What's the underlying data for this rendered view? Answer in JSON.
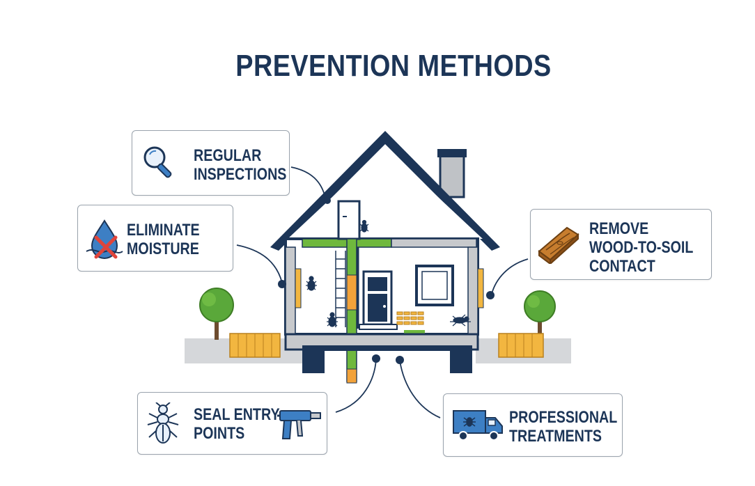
{
  "title": "PREVENTION METHODS",
  "methods": [
    {
      "id": "inspections",
      "lines": [
        "REGULAR",
        "INSPECTIONS"
      ],
      "icon": "magnifying-glass-icon"
    },
    {
      "id": "moisture",
      "lines": [
        "ELIMINATE",
        "MOISTURE"
      ],
      "icon": "water-drop-crossed-icon"
    },
    {
      "id": "wood",
      "lines": [
        "REMOVE",
        "WOOD-TO-SOIL",
        "CONTACT"
      ],
      "icon": "wood-plank-icon"
    },
    {
      "id": "seal",
      "lines": [
        "SEAL ENTRY",
        "POINTS"
      ],
      "icon": "termite-icon"
    },
    {
      "id": "seal_tool",
      "icon": "caulk-gun-icon"
    },
    {
      "id": "professional",
      "lines": [
        "PROFESSIONAL",
        "TREATMENTS"
      ],
      "icon": "pest-control-truck-icon"
    }
  ],
  "colors": {
    "navy": "#1c3557",
    "green": "#6fb83d",
    "orange": "#f2a23a",
    "wood": "#c77d2e",
    "blue": "#3d7fc4",
    "red": "#e0443a",
    "gray": "#c7c9cc"
  }
}
